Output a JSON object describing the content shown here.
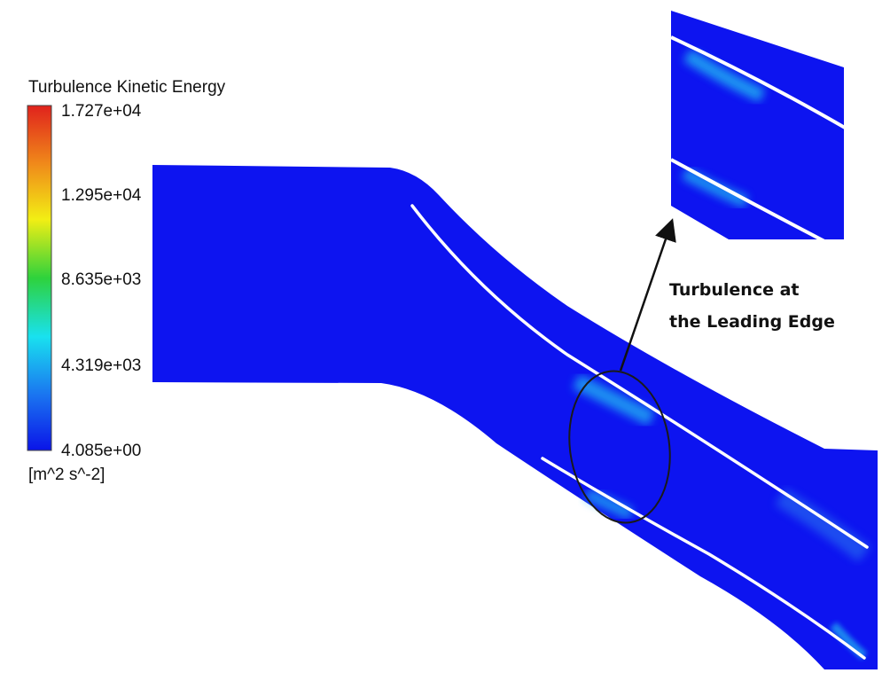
{
  "legend": {
    "title": "Turbulence Kinetic Energy",
    "ticks": [
      "1.727e+04",
      "1.295e+04",
      "8.635e+03",
      "4.319e+03",
      "4.085e+00"
    ],
    "unit": "[m^2 s^-2]",
    "colormap": [
      "#e0221c",
      "#f08a1a",
      "#f2ee14",
      "#2ed23c",
      "#19e1ef",
      "#1a74f0",
      "#0a14e8"
    ]
  },
  "annotation": {
    "line1": "Turbulence at",
    "line2": "the Leading Edge"
  },
  "colors": {
    "flow_field": "#0d14f0",
    "blade": "#ffffff",
    "turbulence_glow": "#23b8f2",
    "outline": "#1a1a1a"
  }
}
